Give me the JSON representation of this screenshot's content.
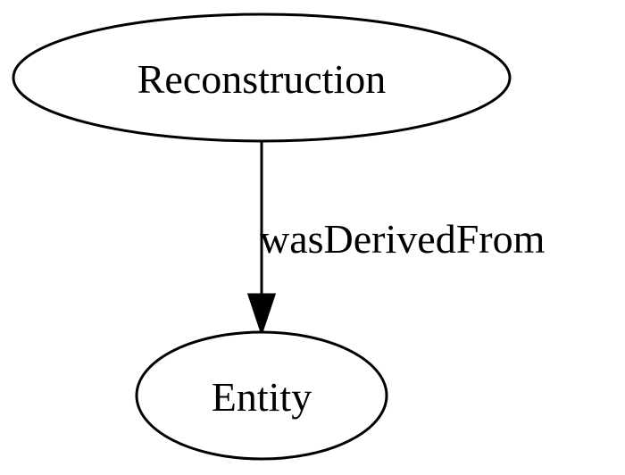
{
  "diagram": {
    "nodes": [
      {
        "id": "reconstruction",
        "label": "Reconstruction",
        "shape": "ellipse"
      },
      {
        "id": "entity",
        "label": "Entity",
        "shape": "ellipse"
      }
    ],
    "edges": [
      {
        "from": "reconstruction",
        "to": "entity",
        "label": "wasDerivedFrom",
        "arrow": "filled-triangle"
      }
    ]
  }
}
